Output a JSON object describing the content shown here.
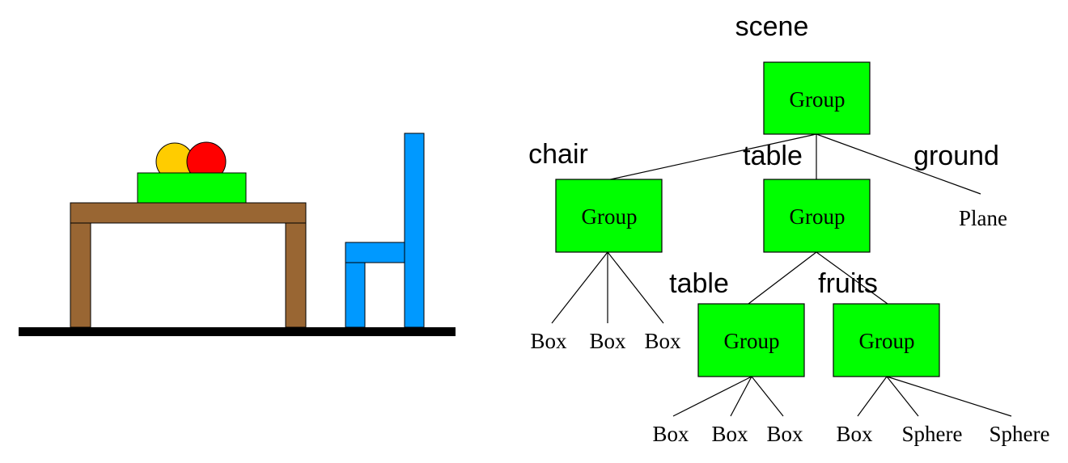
{
  "colors": {
    "ground": "#000000",
    "table": "#996633",
    "box": "#00ff00",
    "orange": "#ffcc00",
    "red": "#ff0000",
    "chair": "#0099ff",
    "group": "#00ff00"
  },
  "tree": {
    "root_label": "scene",
    "root_node": "Group",
    "chair_label": "chair",
    "table_label": "table",
    "ground_label": "ground",
    "chair_node": "Group",
    "table_node": "Group",
    "ground_node": "Plane",
    "chair_children": [
      "Box",
      "Box",
      "Box"
    ],
    "subtable_label": "table",
    "fruits_label": "fruits",
    "subtable_node": "Group",
    "fruits_node": "Group",
    "subtable_children": [
      "Box",
      "Box",
      "Box"
    ],
    "fruits_children": [
      "Box",
      "Sphere",
      "Sphere"
    ]
  }
}
